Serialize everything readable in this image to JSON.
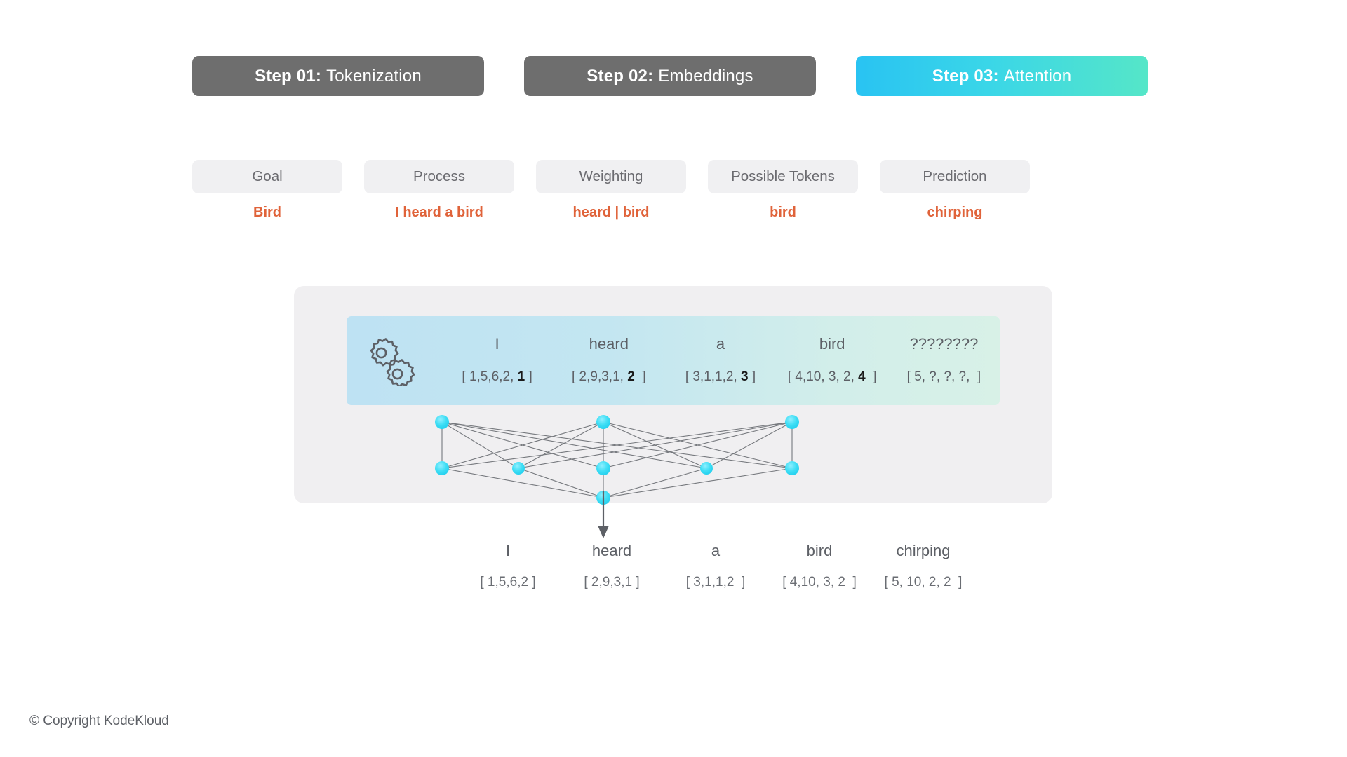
{
  "steps": [
    {
      "num": "Step 01:",
      "name": "Tokenization",
      "active": false
    },
    {
      "num": "Step 02:",
      "name": "Embeddings",
      "active": false
    },
    {
      "num": "Step 03:",
      "name": "Attention",
      "active": true
    }
  ],
  "cards": [
    {
      "label": "Goal",
      "value": "Bird"
    },
    {
      "label": "Process",
      "value": "I heard a bird"
    },
    {
      "label": "Weighting",
      "value": "heard  |  bird"
    },
    {
      "label": "Possible Tokens",
      "value": "bird"
    },
    {
      "label": "Prediction",
      "value": "chirping"
    }
  ],
  "diagram": {
    "gears_icon": "gears-icon",
    "input_tokens": [
      {
        "word": "I",
        "vec_prefix": "[ 1,5,6,2, ",
        "vec_bold": "1",
        "vec_suffix": " ]"
      },
      {
        "word": "heard",
        "vec_prefix": "[ 2,9,3,1, ",
        "vec_bold": "2",
        "vec_suffix": "  ]"
      },
      {
        "word": "a",
        "vec_prefix": "[ 3,1,1,2, ",
        "vec_bold": "3",
        "vec_suffix": " ]"
      },
      {
        "word": "bird",
        "vec_prefix": "[ 4,10, 3, 2, ",
        "vec_bold": "4",
        "vec_suffix": "  ]"
      },
      {
        "word": "????????",
        "vec_prefix": "[ 5, ?, ?, ?,",
        "vec_bold": "",
        "vec_suffix": "  ]"
      }
    ],
    "output_tokens": [
      {
        "word": "I",
        "vec": "[ 1,5,6,2 ]"
      },
      {
        "word": "heard",
        "vec": "[ 2,9,3,1 ]"
      },
      {
        "word": "a",
        "vec": "[ 3,1,1,2  ]"
      },
      {
        "word": "bird",
        "vec": "[ 4,10, 3, 2  ]"
      },
      {
        "word": "chirping",
        "vec": "[ 5, 10, 2, 2  ]"
      }
    ],
    "network": {
      "node_color": "#3fdef5",
      "edge_color": "#6f7277",
      "top_nodes": 3,
      "middle_nodes": 5,
      "bottom_nodes": 1
    },
    "arrow_icon": "down-arrow-icon"
  },
  "colors": {
    "step_inactive": "#6e6e6e",
    "step_active_from": "#29c3f2",
    "step_active_to": "#55e6c8",
    "card_pill": "#f0f0f2",
    "card_value": "#e0633a",
    "panel": "#f0eff1",
    "strip_from": "#bee2f3",
    "strip_to": "#d8f1e7"
  },
  "footer": {
    "copyright": "© Copyright KodeKloud"
  }
}
